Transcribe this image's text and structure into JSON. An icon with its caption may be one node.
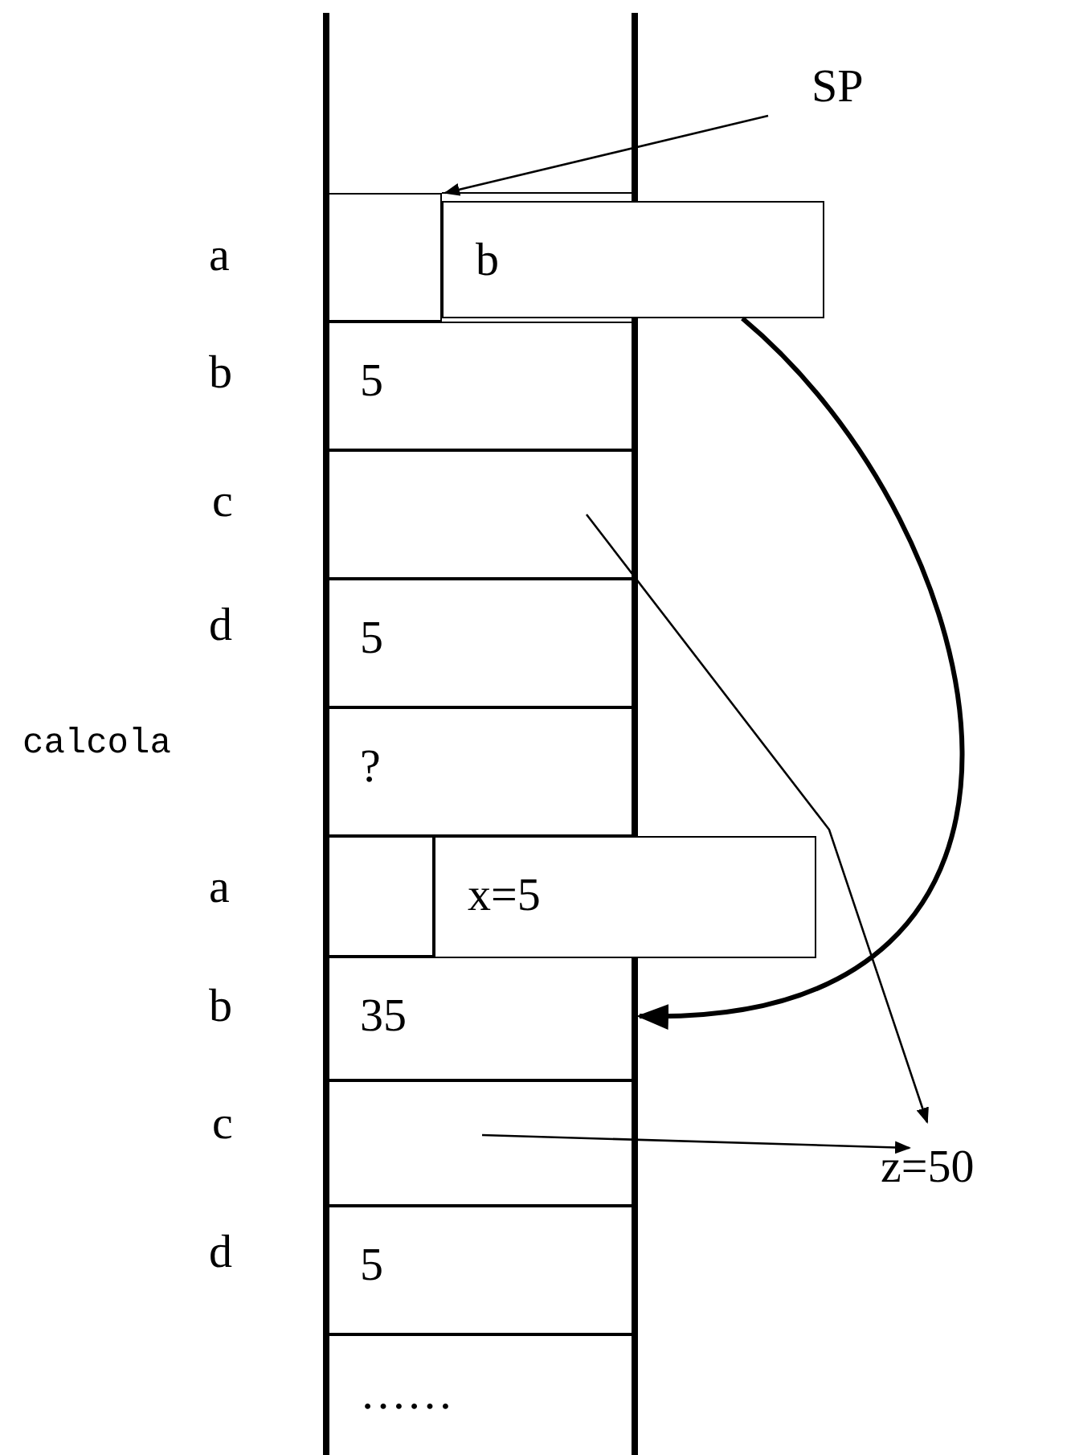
{
  "diagram": {
    "nodes": [
      {
        "text": [
          "SP"
        ]
      },
      {
        "text": [],
        "shape": "box",
        "beside": [
          "a"
        ]
      },
      {
        "text": [
          "b"
        ]
      },
      {
        "text": [
          "5"
        ],
        "beside": [
          "b"
        ]
      },
      {
        "text": [],
        "shape": "box",
        "beside": [
          "c"
        ]
      },
      {
        "text": [
          "5"
        ],
        "beside": [
          "d"
        ]
      },
      {
        "text": [
          "?"
        ]
      },
      {
        "text": [],
        "shape": "box",
        "beside": [
          "a"
        ]
      },
      {
        "text": [
          "x=5"
        ]
      },
      {
        "text": [
          "35"
        ],
        "beside": [
          "b"
        ]
      },
      {
        "text": [],
        "shape": "box",
        "beside": [
          "c"
        ]
      },
      {
        "text": [
          "z=50"
        ]
      },
      {
        "text": [
          "5"
        ],
        "beside": [
          "d"
        ]
      },
      {
        "text": [
          "……"
        ]
      }
    ],
    "edges": [
      {
        "from": 0,
        "to": 1,
        "arrow": "to"
      },
      {
        "from": 2,
        "to": 9,
        "arrow": "to",
        "style": "thick"
      },
      {
        "from": 4,
        "to": 11,
        "arrow": "to"
      },
      {
        "from": 10,
        "to": 11,
        "arrow": "to"
      }
    ],
    "labels": [
      "calcola"
    ]
  }
}
